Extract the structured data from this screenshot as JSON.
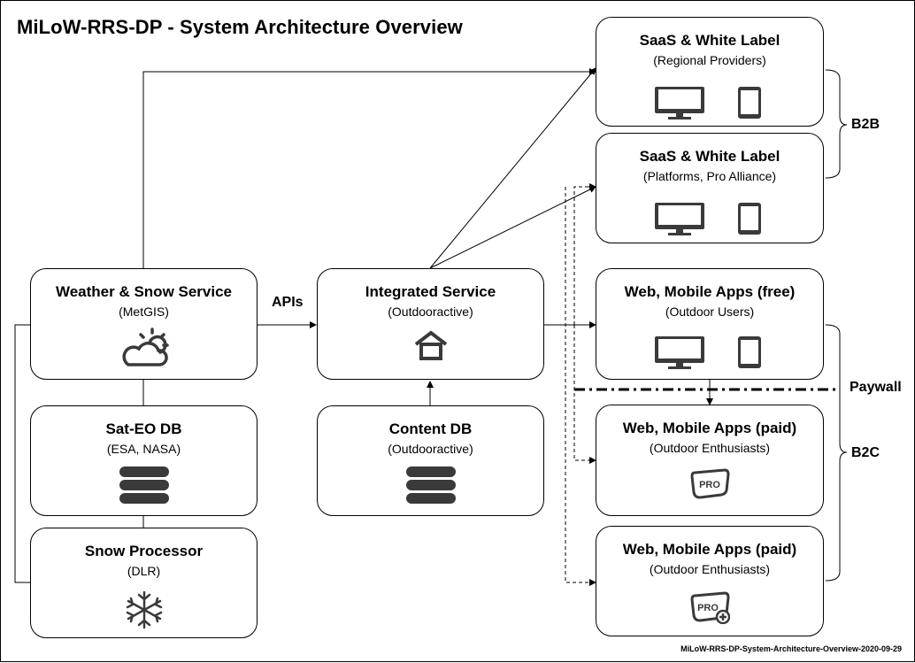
{
  "title": "MiLoW-RRS-DP - System Architecture Overview",
  "footer": "MiLoW-RRS-DP-System-Architecture-Overview-2020-09-29",
  "nodes": {
    "weather": {
      "title": "Weather & Snow Service",
      "subtitle": "(MetGIS)",
      "icon": "weather-cloud-sun-icon"
    },
    "sateo": {
      "title": "Sat-EO DB",
      "subtitle": "(ESA, NASA)",
      "icon": "database-icon"
    },
    "snowproc": {
      "title": "Snow Processor",
      "subtitle": "(DLR)",
      "icon": "snowflake-icon"
    },
    "integrated": {
      "title": "Integrated Service",
      "subtitle": "(Outdooractive)",
      "icon": "house-icon"
    },
    "content": {
      "title": "Content DB",
      "subtitle": "(Outdooractive)",
      "icon": "database-icon"
    },
    "saas_regional": {
      "title": "SaaS & White Label",
      "subtitle": "(Regional Providers)",
      "icon": "monitor-tablet-icon"
    },
    "saas_platforms": {
      "title": "SaaS & White Label",
      "subtitle": "(Platforms, Pro Alliance)",
      "icon": "monitor-tablet-icon"
    },
    "apps_free": {
      "title": "Web, Mobile Apps (free)",
      "subtitle": "(Outdoor Users)",
      "icon": "monitor-tablet-icon"
    },
    "apps_paid_1": {
      "title": "Web, Mobile Apps (paid)",
      "subtitle": "(Outdoor Enthusiasts)",
      "icon": "pro-badge-icon"
    },
    "apps_paid_2": {
      "title": "Web, Mobile Apps (paid)",
      "subtitle": "(Outdoor Enthusiasts)",
      "icon": "pro-plus-badge-icon"
    }
  },
  "labels": {
    "apis": "APIs",
    "b2b": "B2B",
    "b2c": "B2C",
    "paywall": "Paywall"
  },
  "colors": {
    "line": "#000000",
    "icon": "#3a3a3a",
    "background": "#ffffff"
  }
}
